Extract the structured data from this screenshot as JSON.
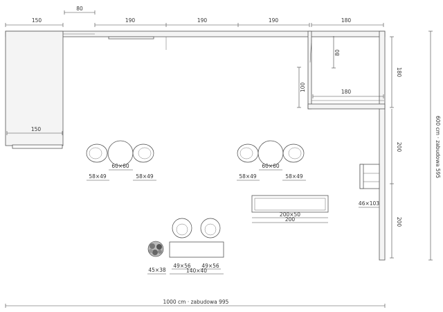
{
  "dimensions": {
    "top_80": "80",
    "top_150": "150",
    "top_190_a": "190",
    "top_190_b": "190",
    "top_190_c": "190",
    "top_180": "180",
    "left_block_150": "150",
    "corner_80": "80",
    "corner_100": "100",
    "corner_180": "180",
    "right_180": "180",
    "right_200_a": "200",
    "right_200_b": "200",
    "height_total": "600 cm · zabudowa 595",
    "width_total": "1000 cm · zabudowa 995",
    "table1": "60×60",
    "table1_chair_l": "58×49",
    "table1_chair_r": "58×49",
    "table2": "60×60",
    "table2_chair_l": "58×49",
    "table2_chair_r": "58×49",
    "stand_46x103": "46×103",
    "sofa_200x50": "200×50",
    "sofa_200": "200",
    "plant_45x38": "45×38",
    "bar_chair_l": "49×56",
    "bar_chair_r": "49×56",
    "bar_140x40": "140×40"
  },
  "colors": {
    "line": "#444444",
    "wall": "#f4f4f4",
    "text": "#333333"
  }
}
